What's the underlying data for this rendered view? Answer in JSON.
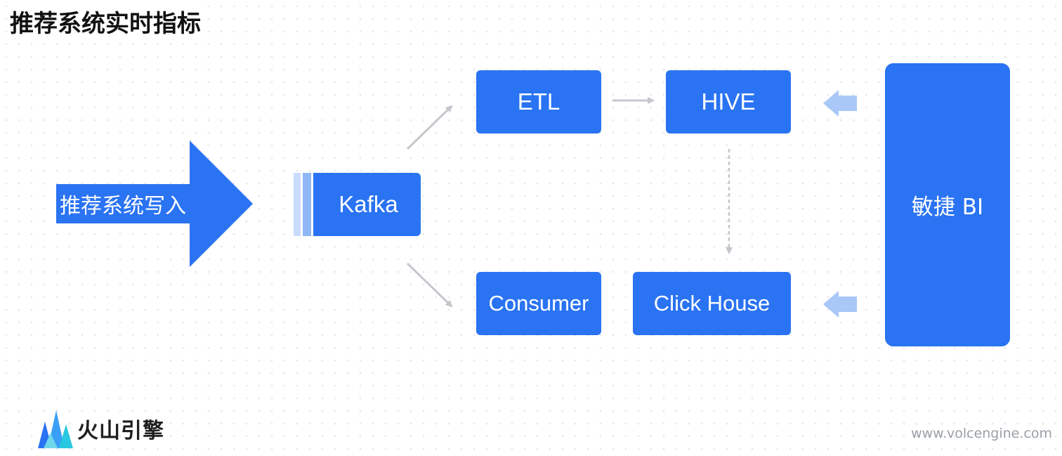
{
  "title": "推荐系统实时指标",
  "nodes": {
    "source": "推荐系统写入",
    "kafka": "Kafka",
    "etl": "ETL",
    "hive": "HIVE",
    "consumer": "Consumer",
    "clickhouse": "Click House",
    "bi": "敏捷 BI"
  },
  "logo": {
    "text": "火山引擎"
  },
  "watermark": "www.volcengine.com",
  "colors": {
    "node_blue": "#2a73f2",
    "arrow_light": "#a9c8f7",
    "connector_gray": "#c4c7cc"
  }
}
